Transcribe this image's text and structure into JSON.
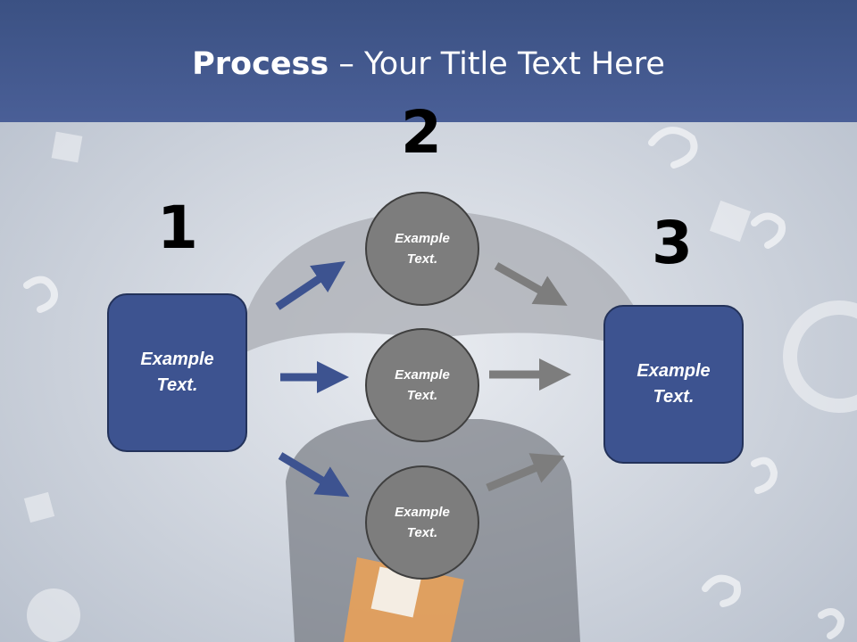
{
  "slide": {
    "title_bold": "Process",
    "title_rest": " – Your Title Text Here"
  },
  "steps": {
    "one": "1",
    "two": "2",
    "three": "3"
  },
  "boxes": {
    "left": "Example\nText.",
    "right": "Example\nText."
  },
  "circles": {
    "top": "Example\nText.",
    "middle": "Example\nText.",
    "bottom": "Example\nText."
  },
  "colors": {
    "header": "#3d5390",
    "box_fill": "#3d5390",
    "circle_fill": "#7d7d7d",
    "arrow_blue": "#3d5390",
    "arrow_gray": "#7d7d7d"
  },
  "background_icons": "question-mark-icon"
}
